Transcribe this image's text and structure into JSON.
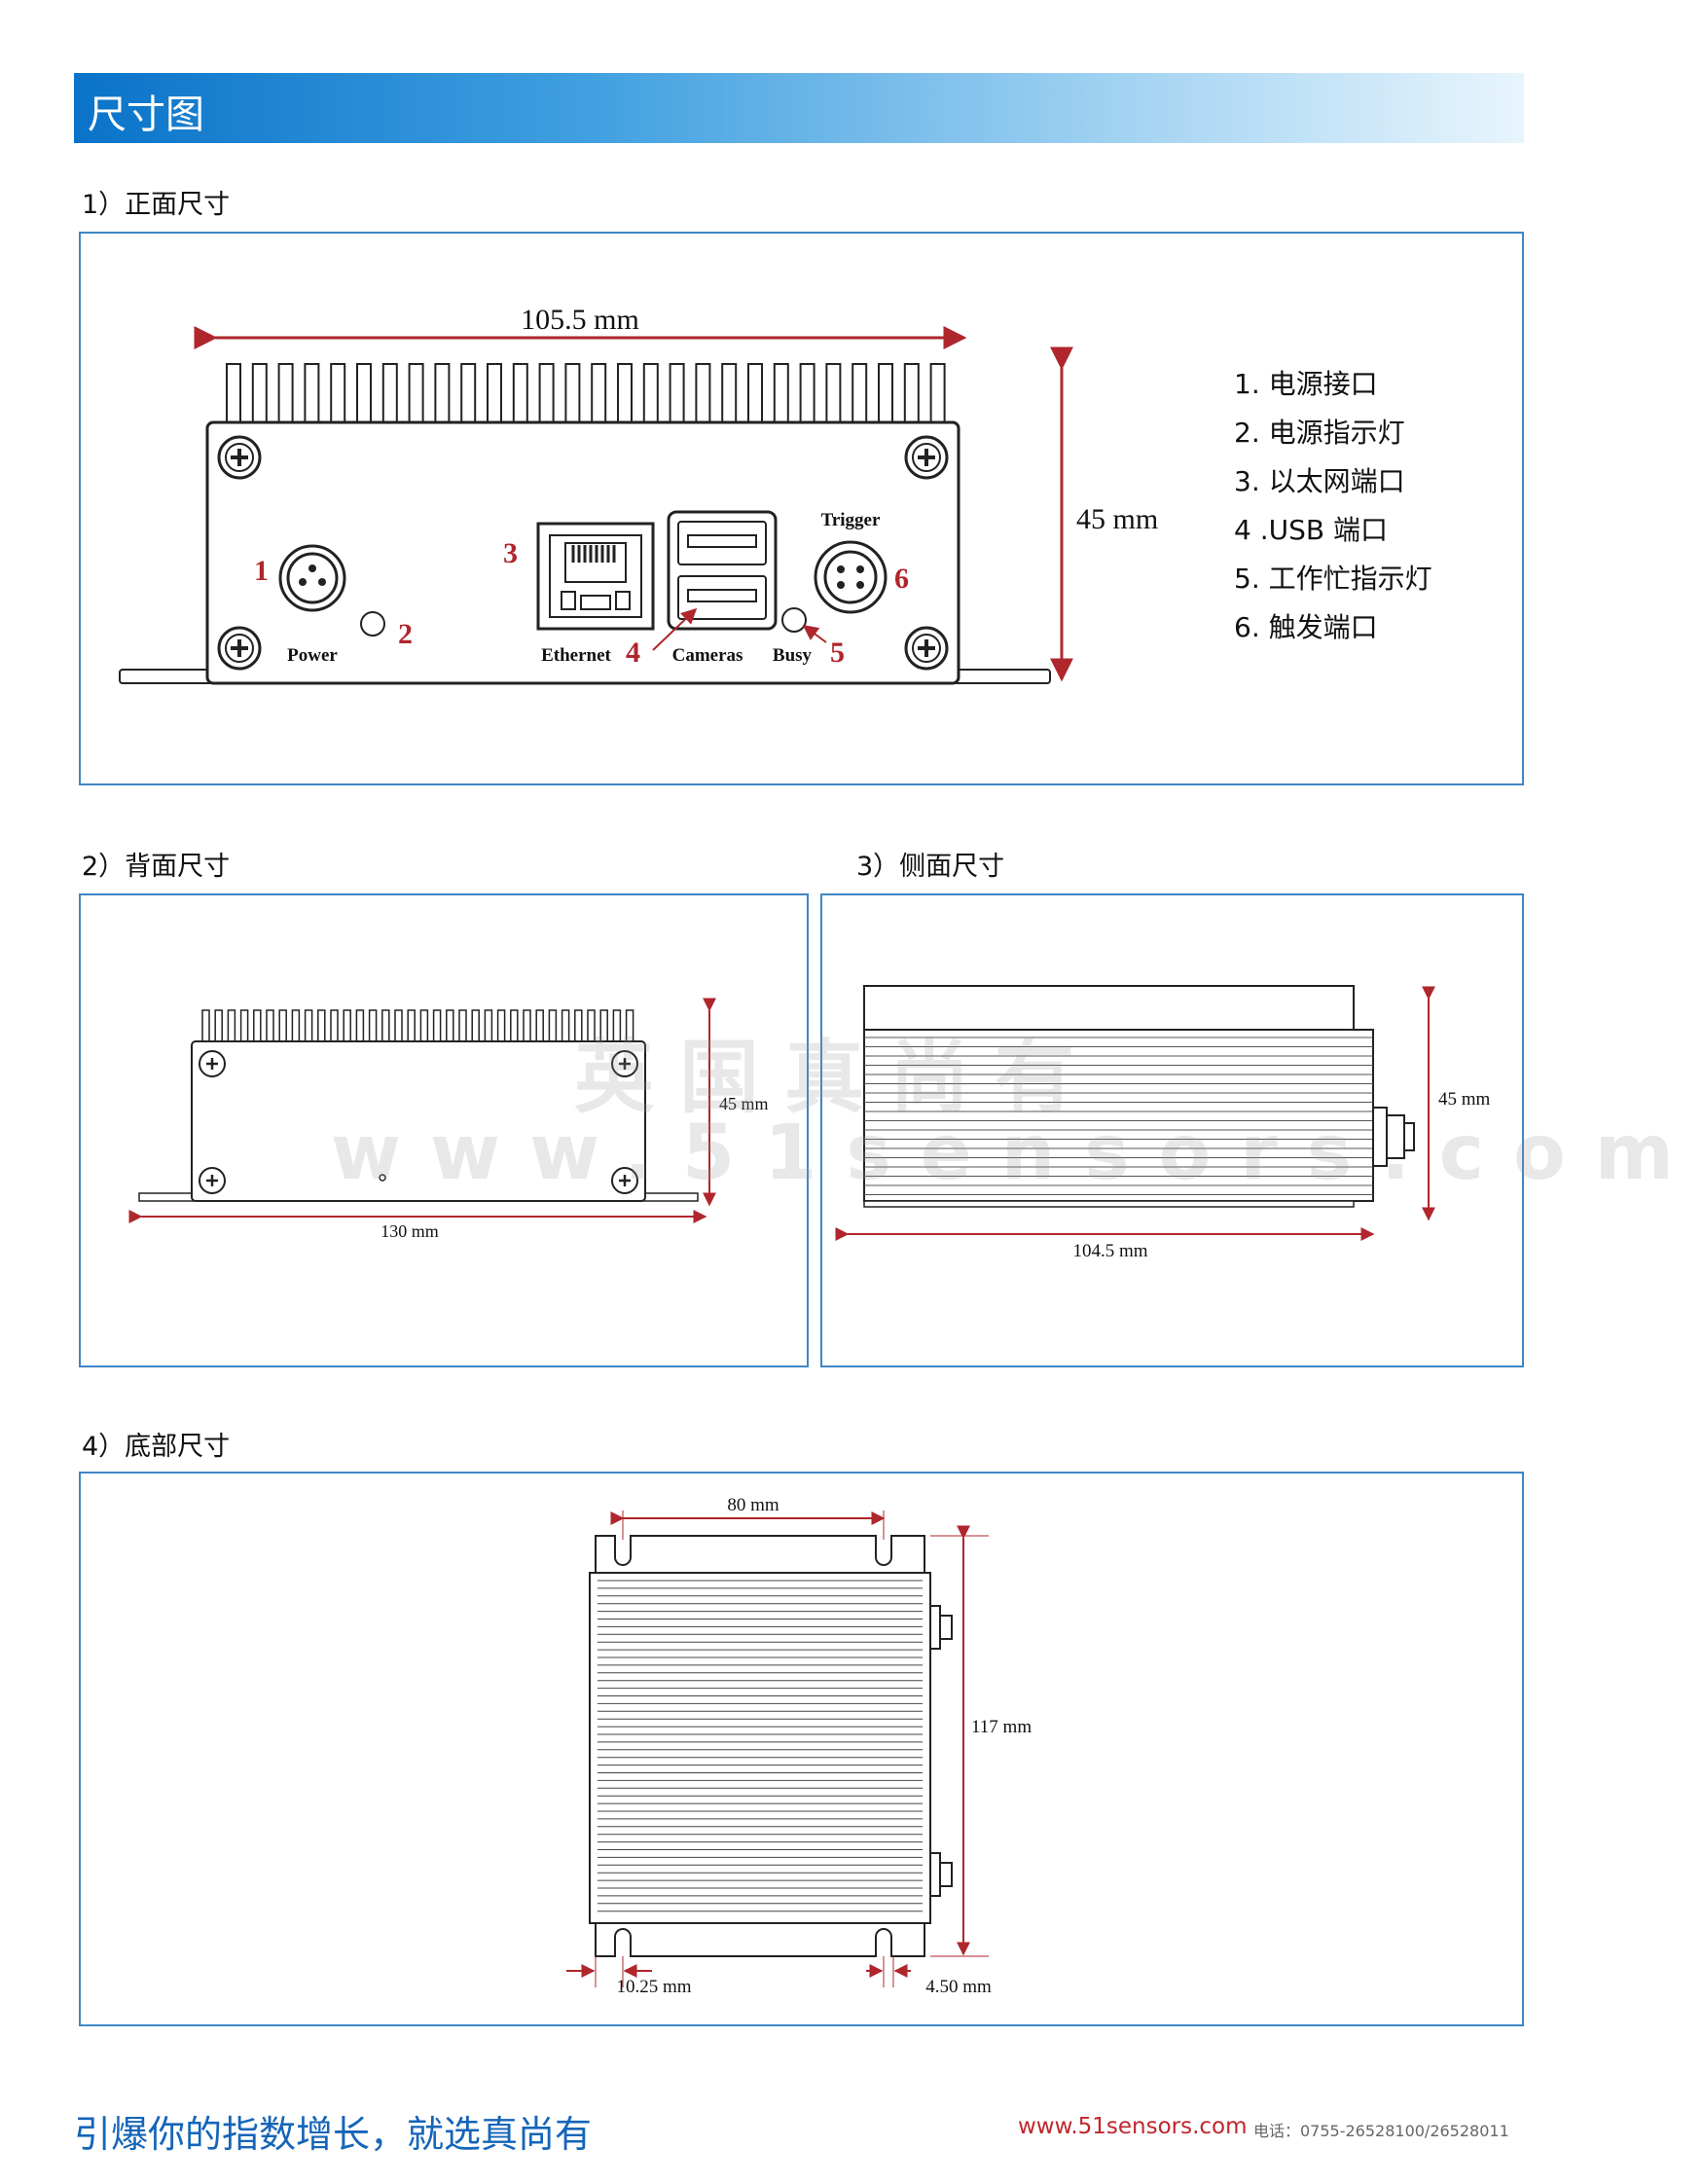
{
  "header": {
    "title": "尺寸图"
  },
  "sections": {
    "front": {
      "title": "1）正面尺寸"
    },
    "back": {
      "title": "2）背面尺寸"
    },
    "side": {
      "title": "3）侧面尺寸"
    },
    "bottom": {
      "title": "4）底部尺寸"
    }
  },
  "front_diagram": {
    "width_label": "105.5 mm",
    "height_label": "45 mm",
    "callouts": [
      "1",
      "2",
      "3",
      "4",
      "5",
      "6"
    ],
    "port_labels": {
      "power": "Power",
      "ethernet": "Ethernet",
      "cameras": "Cameras",
      "busy": "Busy",
      "trigger": "Trigger"
    }
  },
  "legend": {
    "items": [
      "1. 电源接口",
      "2. 电源指示灯",
      "3. 以太网端口",
      "4 .USB 端口",
      "5. 工作忙指示灯",
      "6. 触发端口"
    ]
  },
  "back_diagram": {
    "height_label": "45 mm",
    "width_label": "130 mm"
  },
  "side_diagram": {
    "height_label": "45 mm",
    "width_label": "104.5 mm"
  },
  "bottom_diagram": {
    "top_label": "80 mm",
    "height_label": "117 mm",
    "left_label": "10.25 mm",
    "right_label": "4.50 mm"
  },
  "watermark": {
    "line1": "英国真尚有",
    "line2": "www.51sensors.com"
  },
  "footer": {
    "slogan": "引爆你的指数增长，就选真尚有",
    "website": "www.51sensors.com",
    "phone": "电话：0755-26528100/26528011"
  },
  "colors": {
    "accent": "#0a73c9",
    "panel_border": "#3f86c6",
    "dimension": "#b0262d",
    "slogan": "#1565b8"
  }
}
